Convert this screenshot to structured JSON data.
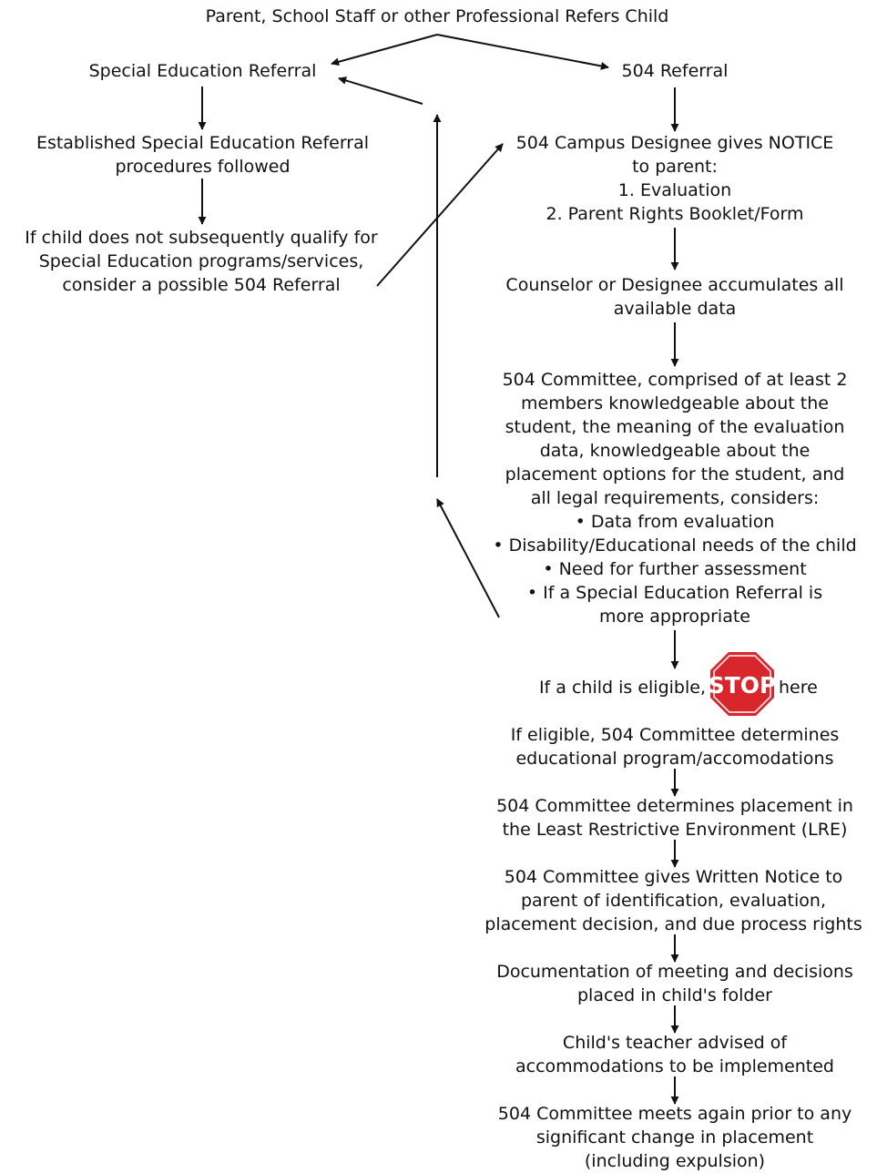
{
  "nodes": {
    "referral_source": "Parent, School Staff or other Professional Refers Child",
    "sped_referral": "Special Education Referral",
    "sped_procedures": [
      "Established Special Education Referral",
      "procedures followed"
    ],
    "not_qualify": [
      "If child does not subsequently qualify for",
      "Special Education programs/services,",
      "consider a possible 504 Referral"
    ],
    "referral_504": "504 Referral",
    "notice": [
      "504 Campus Designee gives NOTICE",
      "to parent:",
      "1. Evaluation",
      "2. Parent Rights Booklet/Form"
    ],
    "counselor": [
      "Counselor or Designee accumulates all",
      "available data"
    ],
    "committee_considers": [
      "504 Committee, comprised of at least 2",
      "members knowledgeable about the",
      "student, the meaning of the evaluation",
      "data, knowledgeable about the",
      "placement options for the student, and",
      "all legal requirements, considers:",
      "• Data from evaluation",
      "• Disability/Educational needs of the child",
      "• Need for further assessment",
      "• If a Special Education Referral is",
      "more appropriate"
    ],
    "eligible_stop": {
      "before": "If a child is eligible,",
      "sign": "STOP",
      "after": "here"
    },
    "determines_program": [
      "If eligible, 504 Committee determines",
      "educational program/accomodations"
    ],
    "determines_placement": [
      "504 Committee determines placement in",
      "the Least Restrictive Environment (LRE)"
    ],
    "written_notice": [
      "504 Committee gives Written Notice to",
      "parent of identification, evaluation,",
      "placement decision, and due process rights"
    ],
    "documentation": [
      "Documentation of meeting and decisions",
      "placed in child's folder"
    ],
    "teacher_advised": [
      "Child's teacher advised of",
      "accommodations to be implemented"
    ],
    "meets_again": [
      "504 Committee meets again prior to any",
      "significant change in placement",
      "(including expulsion)"
    ]
  },
  "colors": {
    "stop_sign": "#d8262c",
    "stop_text": "#ffffff",
    "arrow": "#111111"
  }
}
